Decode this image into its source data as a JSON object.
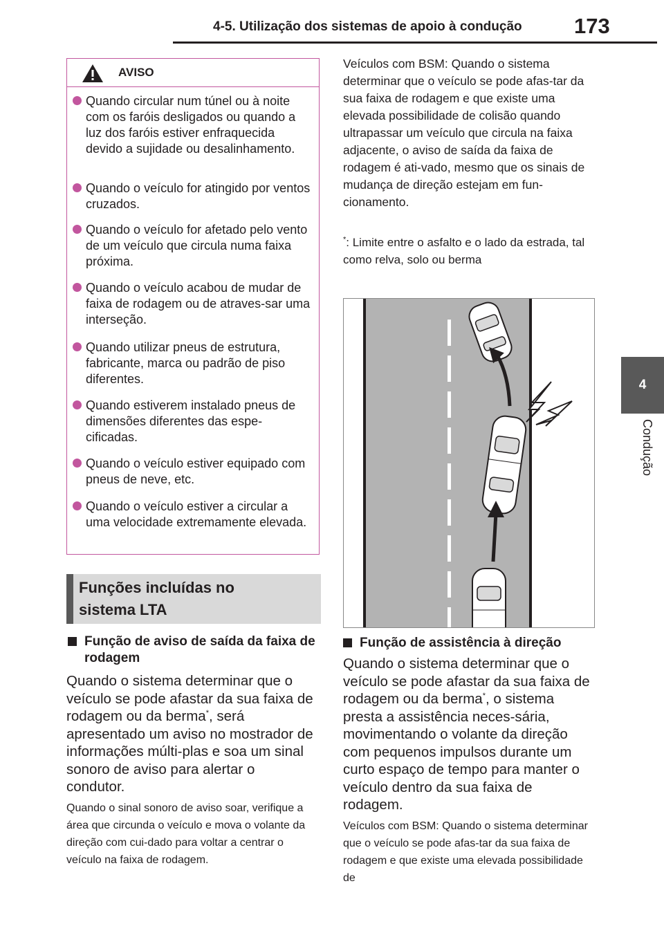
{
  "header": {
    "title": "4-5. Utilização dos sistemas de apoio à condução",
    "page_number": "173"
  },
  "side_tab": {
    "number": "4",
    "label": "Condução"
  },
  "warning": {
    "title": "AVISO",
    "items": [
      "Quando circular num túnel ou à noite com os faróis desligados ou quando a luz dos faróis estiver enfraquecida devido a sujidade ou desalinhamento.",
      "Quando o veículo for atingido por ventos cruzados.",
      "Quando o veículo for afetado pelo vento de um veículo que circula numa faixa próxima.",
      "Quando o veículo acabou de mudar de faixa de rodagem ou de atraves-sar uma interseção.",
      "Quando utilizar pneus de estrutura, fabricante, marca ou padrão de piso diferentes.",
      "Quando estiverem instalado pneus de dimensões diferentes das espe-cificadas.",
      "Quando o veículo estiver equipado com pneus de neve, etc.",
      "Quando o veículo estiver a circular a uma velocidade extremamente elevada."
    ]
  },
  "section": {
    "title_line1": "Funções incluídas no",
    "title_line2": "sistema LTA"
  },
  "lane_warning": {
    "heading": "Função de aviso de saída da faixa de rodagem",
    "body_before_sup": "Quando o sistema determinar que o veículo se pode afastar da sua faixa de rodagem ou da berma",
    "sup": "*",
    "body_after_sup": ", será apresentado um aviso no mostrador de informações múlti-plas e soa um sinal sonoro de aviso para alertar o condutor.",
    "note": "Quando o sinal sonoro de aviso soar, verifique a área que circunda o veículo e mova o volante da direção com cui-dado para voltar a centrar o veículo na faixa de rodagem."
  },
  "bsm_text_1": "Veículos com BSM: Quando o sistema determinar que o veículo se pode afas-tar da sua faixa de rodagem e que existe uma elevada possibilidade de colisão quando ultrapassar um veículo que circula na faixa adjacente, o aviso de saída da faixa de rodagem é ati-vado, mesmo que os sinais de mudança de direção estejam em fun-cionamento.",
  "footnote": {
    "mark": "*",
    "text": ": Limite entre o asfalto e o lado da estrada, tal como relva, solo ou berma"
  },
  "steering": {
    "heading": "Função de assistência à direção",
    "body_before_sup": "Quando o sistema determinar que o veículo se pode afastar da sua faixa de rodagem ou da berma",
    "sup": "*",
    "body_after_sup": ", o sistema presta a assistência neces-sária, movimentando o volante da direção com pequenos impulsos durante um curto espaço de tempo para manter o veículo dentro da sua faixa de rodagem."
  },
  "bsm_text_2": "Veículos com BSM: Quando o sistema determinar que o veículo se pode afas-tar da sua faixa de rodagem e que existe uma elevada possibilidade de",
  "colors": {
    "accent_pink": "#c2569e",
    "tab_gray": "#595959",
    "bar_gray": "#d9d9d9",
    "text": "#231f20"
  }
}
